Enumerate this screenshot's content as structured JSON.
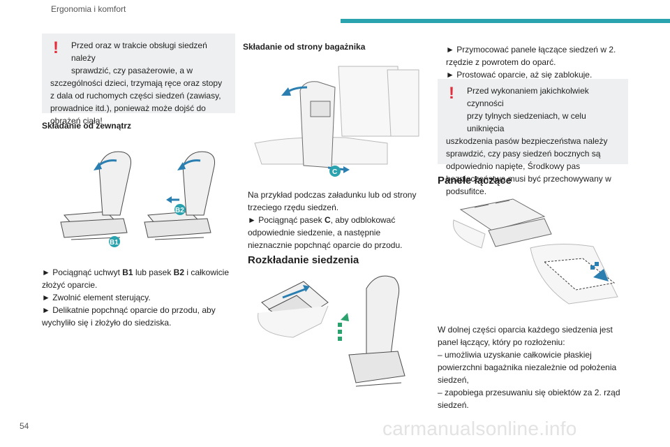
{
  "header": {
    "section_title": "Ergonomia i komfort",
    "accent_color": "#2aa3ae"
  },
  "footer": {
    "page_number": "54",
    "watermark": "carmanualsonline.info"
  },
  "left_column": {
    "warning_icon": "exclamation-icon",
    "warning_line1": "Przed oraz w trakcie obsługi siedzeń należy",
    "warning_line2": "sprawdzić, czy pasażerowie, a w",
    "warning_rest": "szczególności dzieci, trzymają ręce oraz stopy z dala od ruchomych części siedzeń (zawiasy, prowadnice itd.), ponieważ może dojść do obrażeń ciała!",
    "heading": "Składanie od zewnątrz",
    "figure_labels": [
      "B1",
      "B2"
    ],
    "step1_pre": "► Pociągnąć uchwyt ",
    "step1_b1": "B1",
    "step1_mid": " lub pasek ",
    "step1_b2": "B2",
    "step1_post": " i całkowicie złożyć oparcie.",
    "step2": "► Zwolnić element sterujący.",
    "step3": "► Delikatnie popchnąć oparcie do przodu, aby wychyliło się i złożyło do siedziska."
  },
  "middle_column": {
    "heading": "Składanie od strony bagażnika",
    "figure_label": "C",
    "para1": "Na przykład podczas załadunku lub od strony trzeciego rzędu siedzeń.",
    "step1_pre": "► Pociągnąć pasek ",
    "step1_c": "C",
    "step1_post": ", aby odblokować odpowiednie siedzenie, a następnie nieznacznie popchnąć oparcie do przodu.",
    "heading2": "Rozkładanie siedzenia"
  },
  "right_column": {
    "step1": "► Przymocować panele łączące siedzeń w 2. rzędzie z powrotem do oparć.",
    "step2": "► Prostować oparcie, aż się zablokuje.",
    "warning_icon": "exclamation-icon",
    "warning_line1": "Przed wykonaniem jakichkolwiek czynności",
    "warning_line2": "przy tylnych siedzeniach, w celu uniknięcia",
    "warning_rest": "uszkodzenia pasów bezpieczeństwa należy sprawdzić, czy pasy siedzeń bocznych są odpowiednio napięte, Środkowy pas bezpieczeństwa musi być przechowywany w podsufitce.",
    "heading": "Panele łączące",
    "para1": "W dolnej części oparcia każdego siedzenia jest panel łączący, który po rozłożeniu:",
    "bullet1": "– umożliwia uzyskanie całkowicie płaskiej powierzchni bagażnika niezależnie od położenia siedzeń,",
    "bullet2": "– zapobiega przesuwaniu się obiektów za 2. rząd siedzeń."
  },
  "colors": {
    "warning": "#e32d3d",
    "box_bg": "#eeeff0",
    "label_badge": "#2aa3ae"
  }
}
